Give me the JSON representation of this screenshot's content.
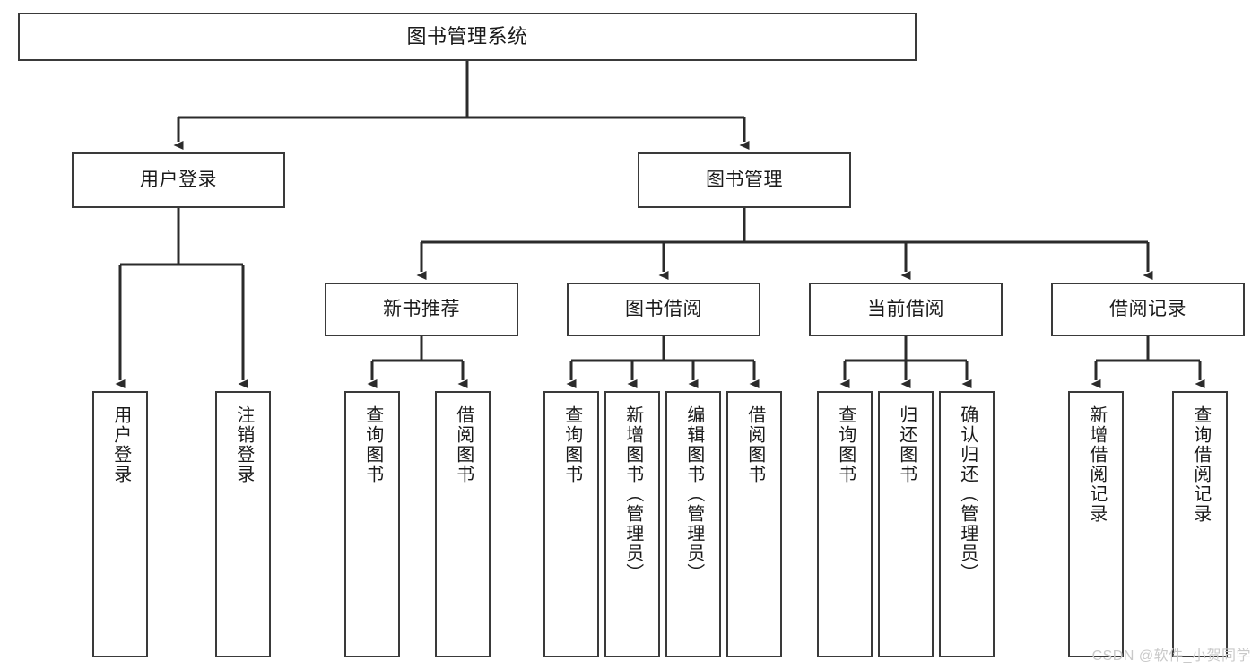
{
  "diagram": {
    "title": "图书管理系统",
    "type": "hierarchy-tree",
    "colors": {
      "background": "#ffffff",
      "box_border": "#3a3a3a",
      "box_fill": "#ffffff",
      "connector": "#2b2b2b",
      "text": "#1a1a1a",
      "watermark": "#c9c9c9"
    },
    "root": {
      "label": "图书管理系统"
    },
    "level2": [
      {
        "label": "用户登录"
      },
      {
        "label": "图书管理"
      }
    ],
    "level3": [
      {
        "label": "新书推荐"
      },
      {
        "label": "图书借阅"
      },
      {
        "label": "当前借阅"
      },
      {
        "label": "借阅记录"
      }
    ],
    "leaves_user_login": [
      {
        "label": "用户登录"
      },
      {
        "label": "注销登录"
      }
    ],
    "leaves_new_book": [
      {
        "label": "查询图书"
      },
      {
        "label": "借阅图书"
      }
    ],
    "leaves_borrow": [
      {
        "label": "查询图书"
      },
      {
        "label": "新增图书（管理员）"
      },
      {
        "label": "编辑图书（管理员）"
      },
      {
        "label": "借阅图书"
      }
    ],
    "leaves_current": [
      {
        "label": "查询图书"
      },
      {
        "label": "归还图书"
      },
      {
        "label": "确认归还（管理员）"
      }
    ],
    "leaves_record": [
      {
        "label": "新增借阅记录"
      },
      {
        "label": "查询借阅记录"
      }
    ]
  },
  "watermark": {
    "text": "CSDN @软件_小贺同学"
  }
}
